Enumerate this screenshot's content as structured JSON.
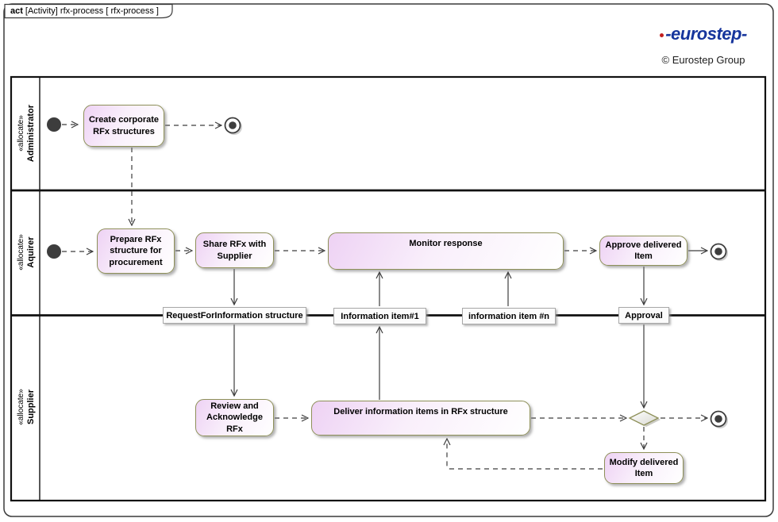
{
  "frame": {
    "title_keyword": "act",
    "title_rest": "[Activity] rfx-process [ rfx-process ]"
  },
  "branding": {
    "logo_text": "-eurostep-",
    "copyright": "© Eurostep Group",
    "logo_blue": "#16359c",
    "logo_red": "#c21f1f"
  },
  "lanes": [
    {
      "stereotype": "«allocate»",
      "name": "Administrator"
    },
    {
      "stereotype": "«allocate»",
      "name": "Aquirer"
    },
    {
      "stereotype": "«allocate»",
      "name": "Supplier"
    }
  ],
  "actions": {
    "create_corporate": "Create corporate RFx structures",
    "prepare_rfx": "Prepare RFx structure for procurement",
    "share_rfx": "Share RFx with Supplier",
    "monitor_response": "Monitor response",
    "approve_item": "Approve delivered Item",
    "review_ack": "Review and Acknowledge RFx",
    "deliver_items": "Deliver information items in RFx structure",
    "modify_item": "Modify delivered Item"
  },
  "objects": {
    "request_structure": "RequestForInformation structure",
    "info_item_1": "Information item#1",
    "info_item_n": "information item #n",
    "approval": "Approval"
  },
  "colors": {
    "action_fill_start": "#eed2f4",
    "action_fill_end": "#ffffff",
    "action_border": "#8e9059",
    "line": "#3d3d3d",
    "lane_border": "#111111"
  }
}
